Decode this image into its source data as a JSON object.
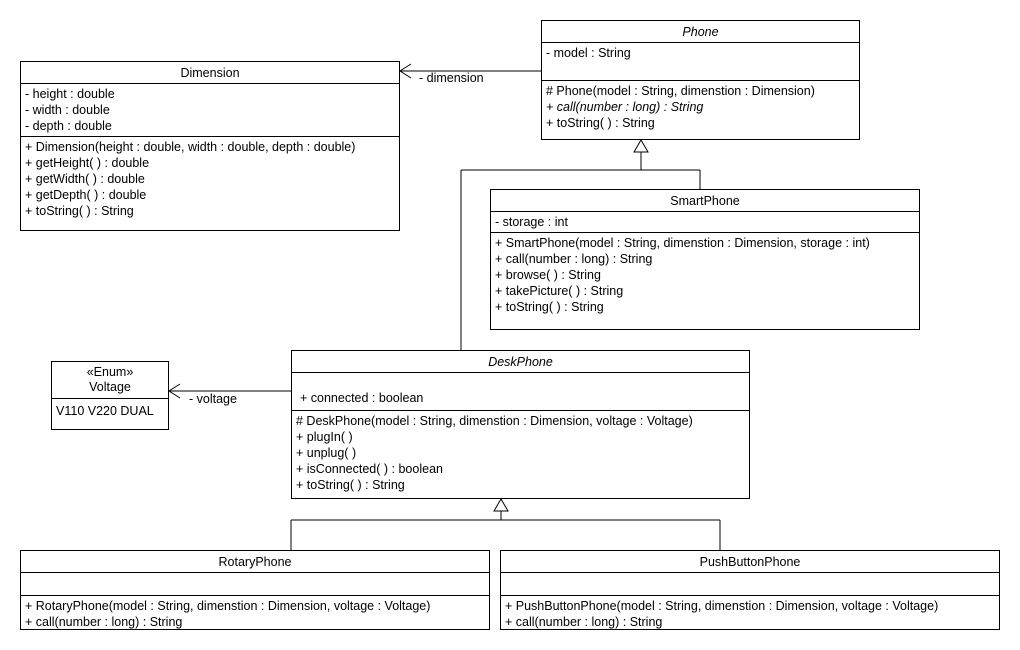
{
  "classes": {
    "phone": {
      "name": "Phone",
      "attributes": [
        "- model : String"
      ],
      "operations": [
        {
          "text": "# Phone(model : String, dimenstion : Dimension)",
          "italic": false
        },
        {
          "text": "+ call(number : long) : String",
          "italic": true
        },
        {
          "text": "+ toString( ) : String",
          "italic": false
        }
      ]
    },
    "dimension": {
      "name": "Dimension",
      "attributes": [
        "- height : double",
        "- width : double",
        "- depth : double"
      ],
      "operations": [
        "+ Dimension(height : double, width : double, depth : double)",
        "+ getHeight( ) : double",
        "+ getWidth( ) : double",
        "+ getDepth( ) : double",
        "+ toString( ) : String"
      ]
    },
    "smartphone": {
      "name": "SmartPhone",
      "attributes": [
        "- storage : int"
      ],
      "operations": [
        "+ SmartPhone(model : String, dimenstion : Dimension, storage : int)",
        "+ call(number : long) : String",
        "+ browse( ) : String",
        "+ takePicture( ) : String",
        "+ toString( ) : String"
      ]
    },
    "voltage": {
      "stereotype": "«Enum»",
      "name": "Voltage",
      "literals": "V110 V220 DUAL"
    },
    "deskphone": {
      "name": "DeskPhone",
      "attributes": [
        "+ connected : boolean"
      ],
      "operations": [
        "# DeskPhone(model : String, dimenstion : Dimension, voltage : Voltage)",
        "+ plugIn( )",
        "+ unplug( )",
        "+ isConnected( ) : boolean",
        "+ toString( ) : String"
      ]
    },
    "rotaryphone": {
      "name": "RotaryPhone",
      "operations": [
        "+ RotaryPhone(model : String, dimenstion : Dimension, voltage : Voltage)",
        "+ call(number : long) : String"
      ]
    },
    "pushbuttonphone": {
      "name": "PushButtonPhone",
      "operations": [
        "+ PushButtonPhone(model : String, dimenstion : Dimension, voltage : Voltage)",
        "+ call(number : long) : String"
      ]
    }
  },
  "associations": {
    "dimension_label": "- dimension",
    "voltage_label": "- voltage"
  }
}
